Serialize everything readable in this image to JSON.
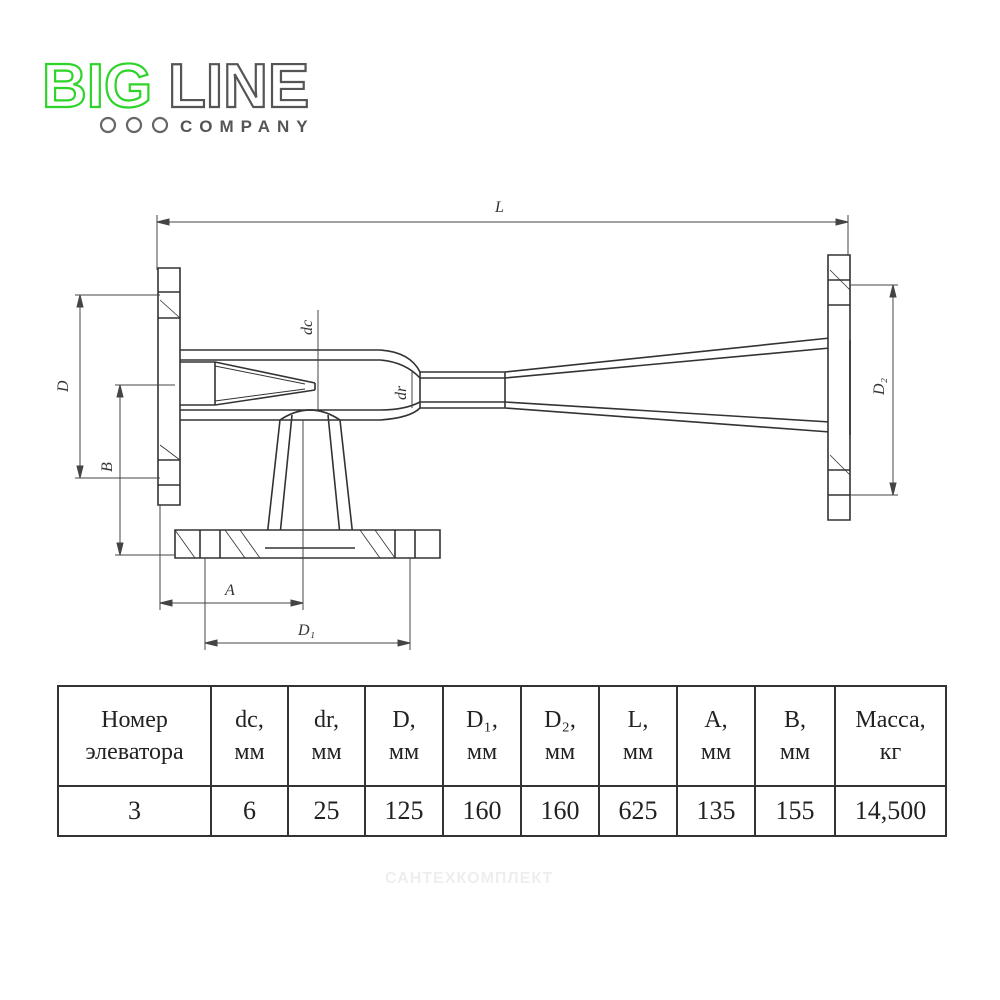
{
  "logo": {
    "text_big": "BIG",
    "text_line": "LINE",
    "subtitle": "COMPANY",
    "colors": {
      "green": "#2fd42a",
      "gray": "#555555"
    }
  },
  "drawing": {
    "labels": {
      "L": "L",
      "D": "D",
      "B": "B",
      "A": "A",
      "D1": "D₁",
      "D2": "D₂",
      "dc": "dc",
      "dr": "dr"
    }
  },
  "table": {
    "headers": [
      {
        "line1": "Номер",
        "line2": "элеватора"
      },
      {
        "line1": "dc,",
        "line2": "мм"
      },
      {
        "line1": "dr,",
        "line2": "мм"
      },
      {
        "line1": "D,",
        "line2": "мм"
      },
      {
        "line1": "D₁,",
        "line2": "мм"
      },
      {
        "line1": "D₂,",
        "line2": "мм"
      },
      {
        "line1": "L,",
        "line2": "мм"
      },
      {
        "line1": "A,",
        "line2": "мм"
      },
      {
        "line1": "B,",
        "line2": "мм"
      },
      {
        "line1": "Масса,",
        "line2": "кг"
      }
    ],
    "rows": [
      [
        "3",
        "6",
        "25",
        "125",
        "160",
        "160",
        "625",
        "135",
        "155",
        "14,500"
      ]
    ]
  },
  "watermark": "САНТЕХКОМПЛЕКТ"
}
